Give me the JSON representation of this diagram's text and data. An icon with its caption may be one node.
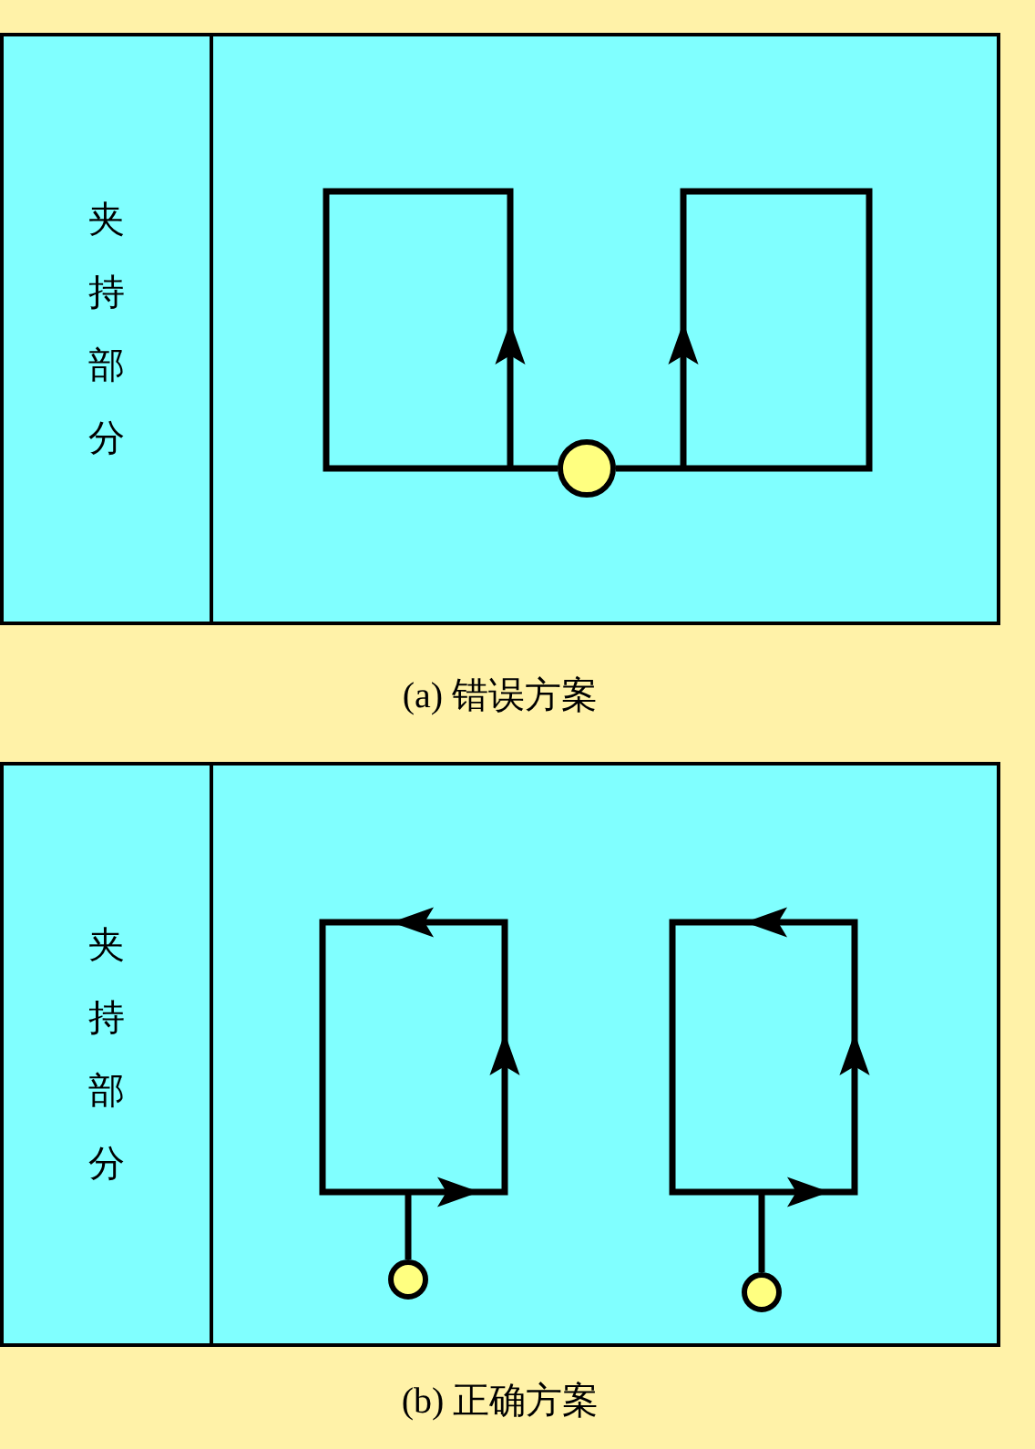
{
  "diagram": {
    "nodes": [
      {
        "text": [],
        "shape": "box"
      },
      {
        "text": [
          "夹持部分"
        ],
        "in": 0
      },
      {
        "text": [],
        "shape": "circle",
        "in": 0
      },
      {
        "text": [],
        "shape": "box"
      },
      {
        "text": [
          "夹持部分"
        ],
        "in": 3
      },
      {
        "text": [],
        "shape": "circle",
        "in": 3
      },
      {
        "text": [],
        "shape": "circle",
        "in": 3
      }
    ],
    "labels": [
      "(a) 错误方案",
      "(b) 正确方案"
    ]
  }
}
